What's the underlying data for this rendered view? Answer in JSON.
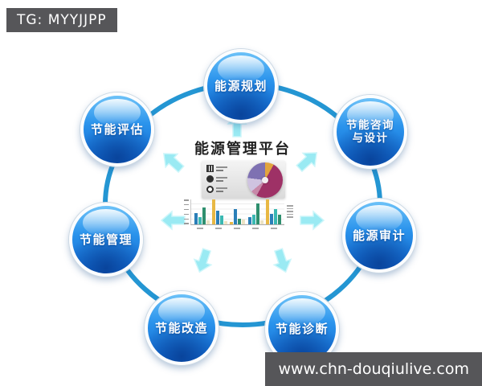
{
  "watermarks": {
    "top_left": "TG: MYYJJPP",
    "bottom_right": "www.chn-douqiulive.com"
  },
  "diagram": {
    "title": "能源管理平台",
    "ring_color": "#2496d3",
    "arrow_color": "#9aeaf3",
    "node_colors": {
      "top": "#6cc2f8",
      "mid": "#2a93ec",
      "bottom": "#0e63cc",
      "border": "#fcfdfe"
    },
    "nodes": [
      {
        "name": "energy-planning",
        "line1": "能源规划",
        "line2": ""
      },
      {
        "name": "energy-saving-assessment",
        "line1": "节能评估",
        "line2": ""
      },
      {
        "name": "energy-saving-consulting-design",
        "line1": "节能咨询",
        "line2": "与设计"
      },
      {
        "name": "energy-saving-management",
        "line1": "节能管理",
        "line2": ""
      },
      {
        "name": "energy-audit",
        "line1": "能源审计",
        "line2": ""
      },
      {
        "name": "energy-saving-retrofit",
        "line1": "节能改造",
        "line2": ""
      },
      {
        "name": "energy-saving-diagnosis",
        "line1": "节能诊断",
        "line2": ""
      }
    ],
    "arrow_icons": [
      "arrow-up-icon",
      "arrow-up-left-icon",
      "arrow-up-right-icon",
      "arrow-left-icon",
      "arrow-right-icon",
      "arrow-down-left-icon",
      "arrow-down-right-icon"
    ],
    "legend_icons": [
      "building-icon",
      "energy-circle-icon",
      "clock-icon"
    ]
  },
  "chart_data": [
    {
      "type": "pie",
      "slices": [
        {
          "value": 8,
          "color": "#e2a43e"
        },
        {
          "value": 50,
          "color": "#9e3166"
        },
        {
          "value": 6,
          "color": "#c789a8"
        },
        {
          "value": 13,
          "color": "#cfc3e0"
        },
        {
          "value": 23,
          "color": "#7e71b2"
        }
      ]
    },
    {
      "type": "bar",
      "categories": [
        "g1",
        "g2",
        "g3",
        "g4",
        "g5"
      ],
      "ylim": [
        0,
        100
      ],
      "series": [
        {
          "name": "series-yellow",
          "color": "#e8b844",
          "values": [
            0,
            100,
            10,
            0,
            100
          ]
        },
        {
          "name": "series-blue",
          "color": "#2a7fb8",
          "values": [
            45,
            55,
            62,
            30,
            42
          ]
        },
        {
          "name": "series-teal",
          "color": "#3ab8b2",
          "values": [
            30,
            35,
            0,
            38,
            62
          ]
        },
        {
          "name": "series-green",
          "color": "#2e8f6e",
          "values": [
            68,
            0,
            22,
            85,
            40
          ]
        },
        {
          "name": "series-cream",
          "color": "#ece3c4",
          "values": [
            15,
            12,
            18,
            16,
            0
          ]
        }
      ]
    }
  ]
}
